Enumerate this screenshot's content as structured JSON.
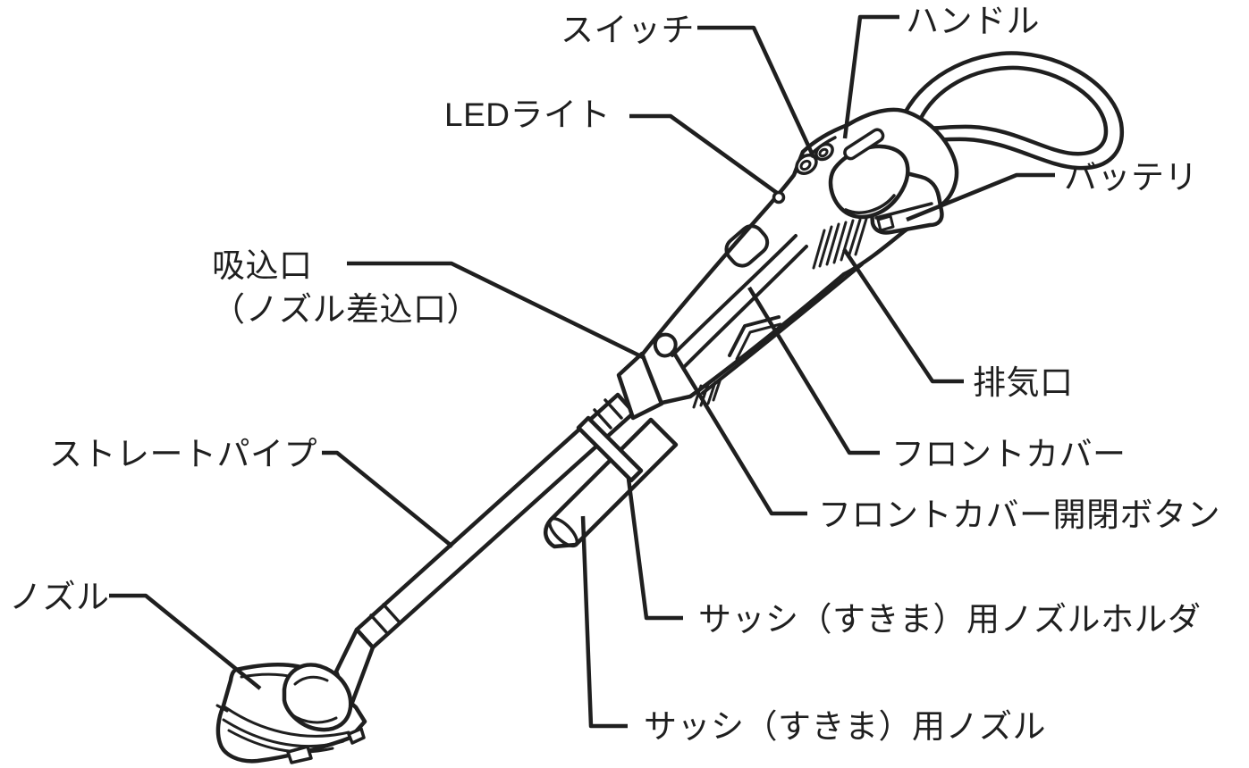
{
  "colors": {
    "background": "#ffffff",
    "line": "#1f1f1f"
  },
  "labels": {
    "switch": "スイッチ",
    "handle": "ハンドル",
    "led_light": "LEDライト",
    "suction_inlet": {
      "line1": "吸込口",
      "line2": "（ノズル差込口）"
    },
    "battery": "バッテリ",
    "exhaust_port": "排気口",
    "front_cover": "フロントカバー",
    "front_cover_open_close_button": "フロントカバー開閉ボタン",
    "straight_pipe": "ストレートパイプ",
    "nozzle": "ノズル",
    "sash_gap_nozzle_holder": "サッシ（すきま）用ノズルホルダ",
    "sash_gap_nozzle": "サッシ（すきま）用ノズル"
  }
}
